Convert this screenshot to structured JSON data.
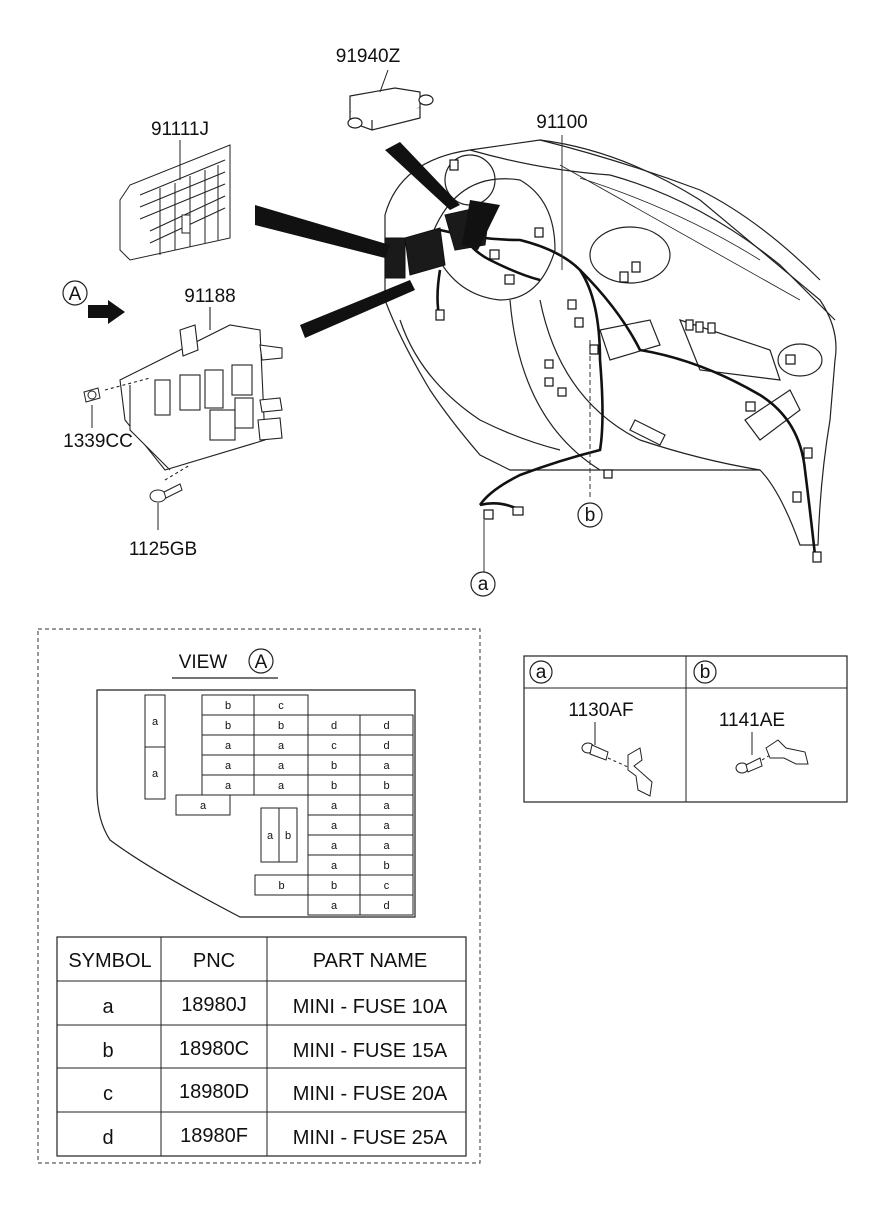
{
  "part_labels": {
    "sensor": "91940Z",
    "label_sheet": "91111J",
    "main_harness": "91100",
    "junction_box": "91188",
    "nut": "1339CC",
    "bolt": "1125GB"
  },
  "callouts": {
    "a": "a",
    "b": "b",
    "view_ref": "A"
  },
  "view_title": "VIEW",
  "fuse_cells": [
    "b",
    "c",
    "b",
    "b",
    "d",
    "d",
    "a",
    "a",
    "c",
    "d",
    "a",
    "a",
    "b",
    "a",
    "a",
    "a",
    "b",
    "b",
    "a",
    "a",
    "a",
    "a",
    "a",
    "a",
    "a",
    "a",
    "b",
    "b",
    "b",
    "c",
    "a",
    "d",
    "a",
    "a",
    "a",
    "b"
  ],
  "fastener_table": {
    "a_header": "a",
    "b_header": "b",
    "a_part": "1130AF",
    "b_part": "1141AE"
  },
  "legend": {
    "headers": [
      "SYMBOL",
      "PNC",
      "PART NAME"
    ],
    "rows": [
      [
        "a",
        "18980J",
        "MINI - FUSE 10A"
      ],
      [
        "b",
        "18980C",
        "MINI - FUSE 15A"
      ],
      [
        "c",
        "18980D",
        "MINI - FUSE 20A"
      ],
      [
        "d",
        "18980F",
        "MINI - FUSE 25A"
      ]
    ]
  }
}
